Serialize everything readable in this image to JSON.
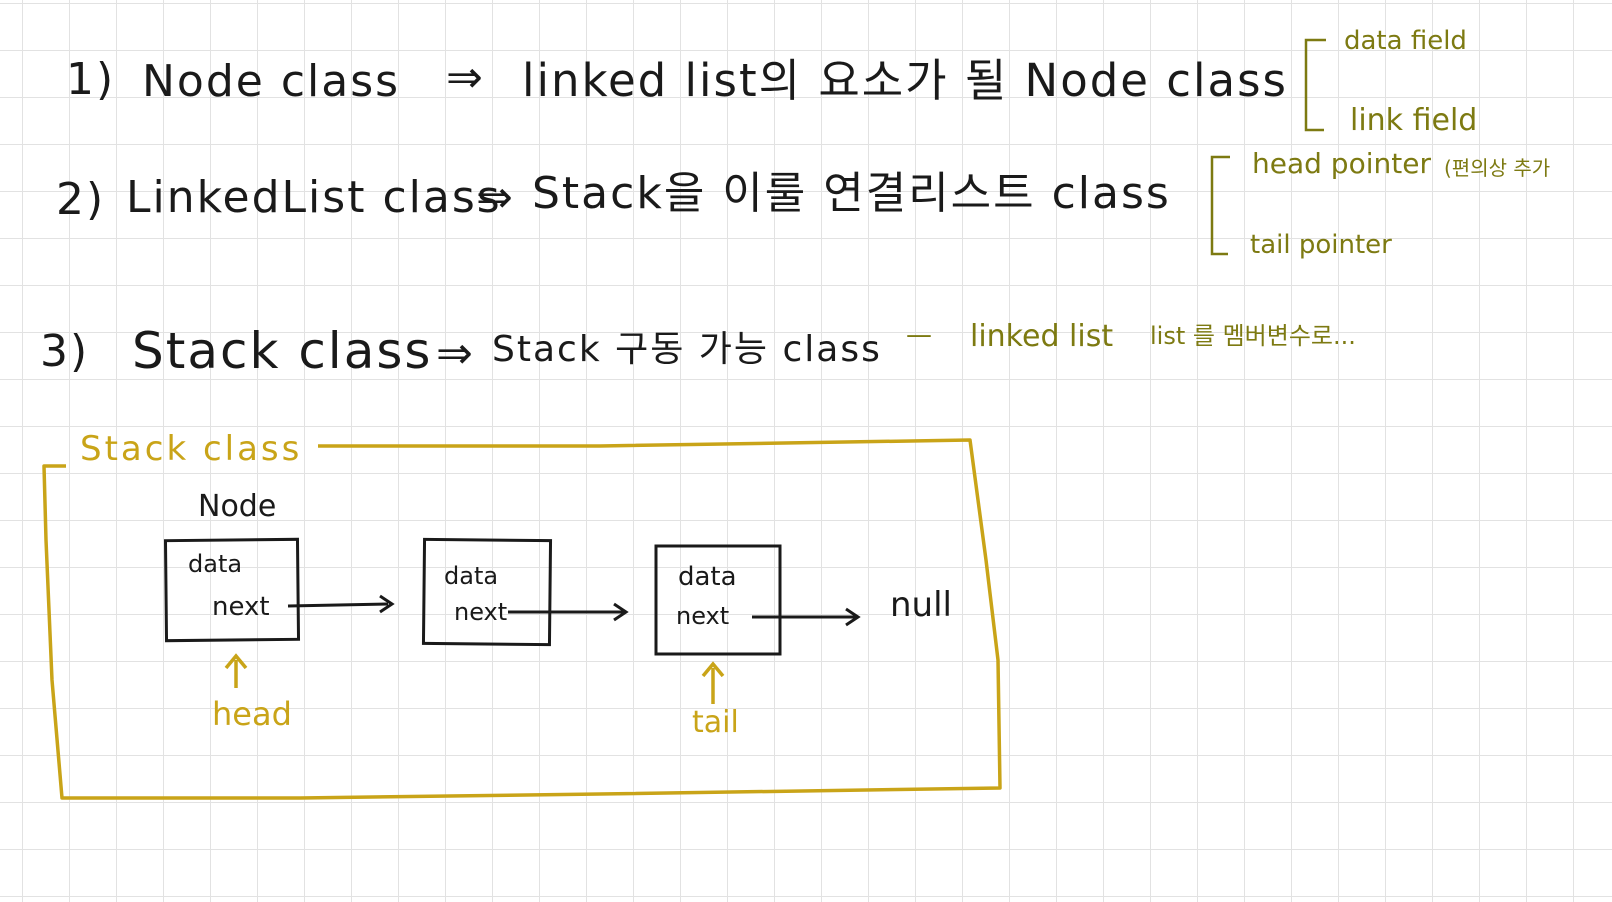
{
  "notes": {
    "item1": {
      "number": "1)",
      "name": "Node class",
      "arrow": "⇒",
      "description": "linked list의 요소가 될 Node class"
    },
    "item1_fields": {
      "data": "data field",
      "link": "link field"
    },
    "item2": {
      "number": "2)",
      "name": "LinkedList class",
      "arrow": "⇒",
      "description": "Stack을 이룰 연결리스트 class"
    },
    "item2_fields": {
      "head": "head pointer",
      "head_note": "(편의상 추가",
      "tail": "tail pointer"
    },
    "item3": {
      "number": "3)",
      "name": "Stack class",
      "arrow": "⇒",
      "description": "Stack 구동 가능 class",
      "dash": "—",
      "note_a": "linked list",
      "note_b": "list 를 멤버변수로..."
    }
  },
  "diagram": {
    "frame_label": "Stack class",
    "node_caption": "Node",
    "nodes": [
      {
        "data": "data",
        "next": "next"
      },
      {
        "data": "data",
        "next": "next"
      },
      {
        "data": "data",
        "next": "next"
      }
    ],
    "terminal": "null",
    "head_label": "head",
    "tail_label": "tail"
  },
  "colors": {
    "ink": "#1a1a1a",
    "olive": "#7d7a12",
    "gold": "#c9a418",
    "grid": "#e2e2e2"
  }
}
